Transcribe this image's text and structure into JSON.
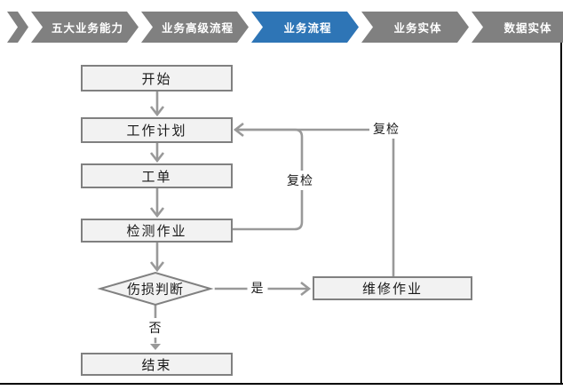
{
  "nav": {
    "items": [
      {
        "label": "五大业务能力",
        "active": false
      },
      {
        "label": "业务高级流程",
        "active": false
      },
      {
        "label": "业务流程",
        "active": true
      },
      {
        "label": "业务实体",
        "active": false
      },
      {
        "label": "数据实体",
        "active": false
      }
    ]
  },
  "flowchart": {
    "nodes": [
      {
        "id": "start",
        "label": "开始",
        "type": "process"
      },
      {
        "id": "plan",
        "label": "工作计划",
        "type": "process"
      },
      {
        "id": "order",
        "label": "工单",
        "type": "process"
      },
      {
        "id": "inspect",
        "label": "检测作业",
        "type": "process"
      },
      {
        "id": "damage",
        "label": "伤损判断",
        "type": "decision"
      },
      {
        "id": "repair",
        "label": "维修作业",
        "type": "process"
      },
      {
        "id": "end",
        "label": "结束",
        "type": "process"
      }
    ],
    "edges": [
      {
        "from": "开始",
        "to": "工作计划",
        "label": ""
      },
      {
        "from": "工作计划",
        "to": "工单",
        "label": ""
      },
      {
        "from": "工单",
        "to": "检测作业",
        "label": ""
      },
      {
        "from": "检测作业",
        "to": "伤损判断",
        "label": ""
      },
      {
        "from": "伤损判断",
        "to": "维修作业",
        "label": "是"
      },
      {
        "from": "伤损判断",
        "to": "结束",
        "label": "否"
      },
      {
        "from": "检测作业",
        "to": "工作计划",
        "label": "复检"
      },
      {
        "from": "维修作业",
        "to": "工作计划",
        "label": "复检"
      }
    ]
  },
  "colors": {
    "nav_inactive": "#808080",
    "nav_active": "#2E75B6",
    "nav_text": "#FFFFFF",
    "node_fill": "#F2F2F2",
    "node_border": "#808080",
    "connector": "#999999",
    "ink": "#1A1A1A",
    "frame": "#000000"
  }
}
